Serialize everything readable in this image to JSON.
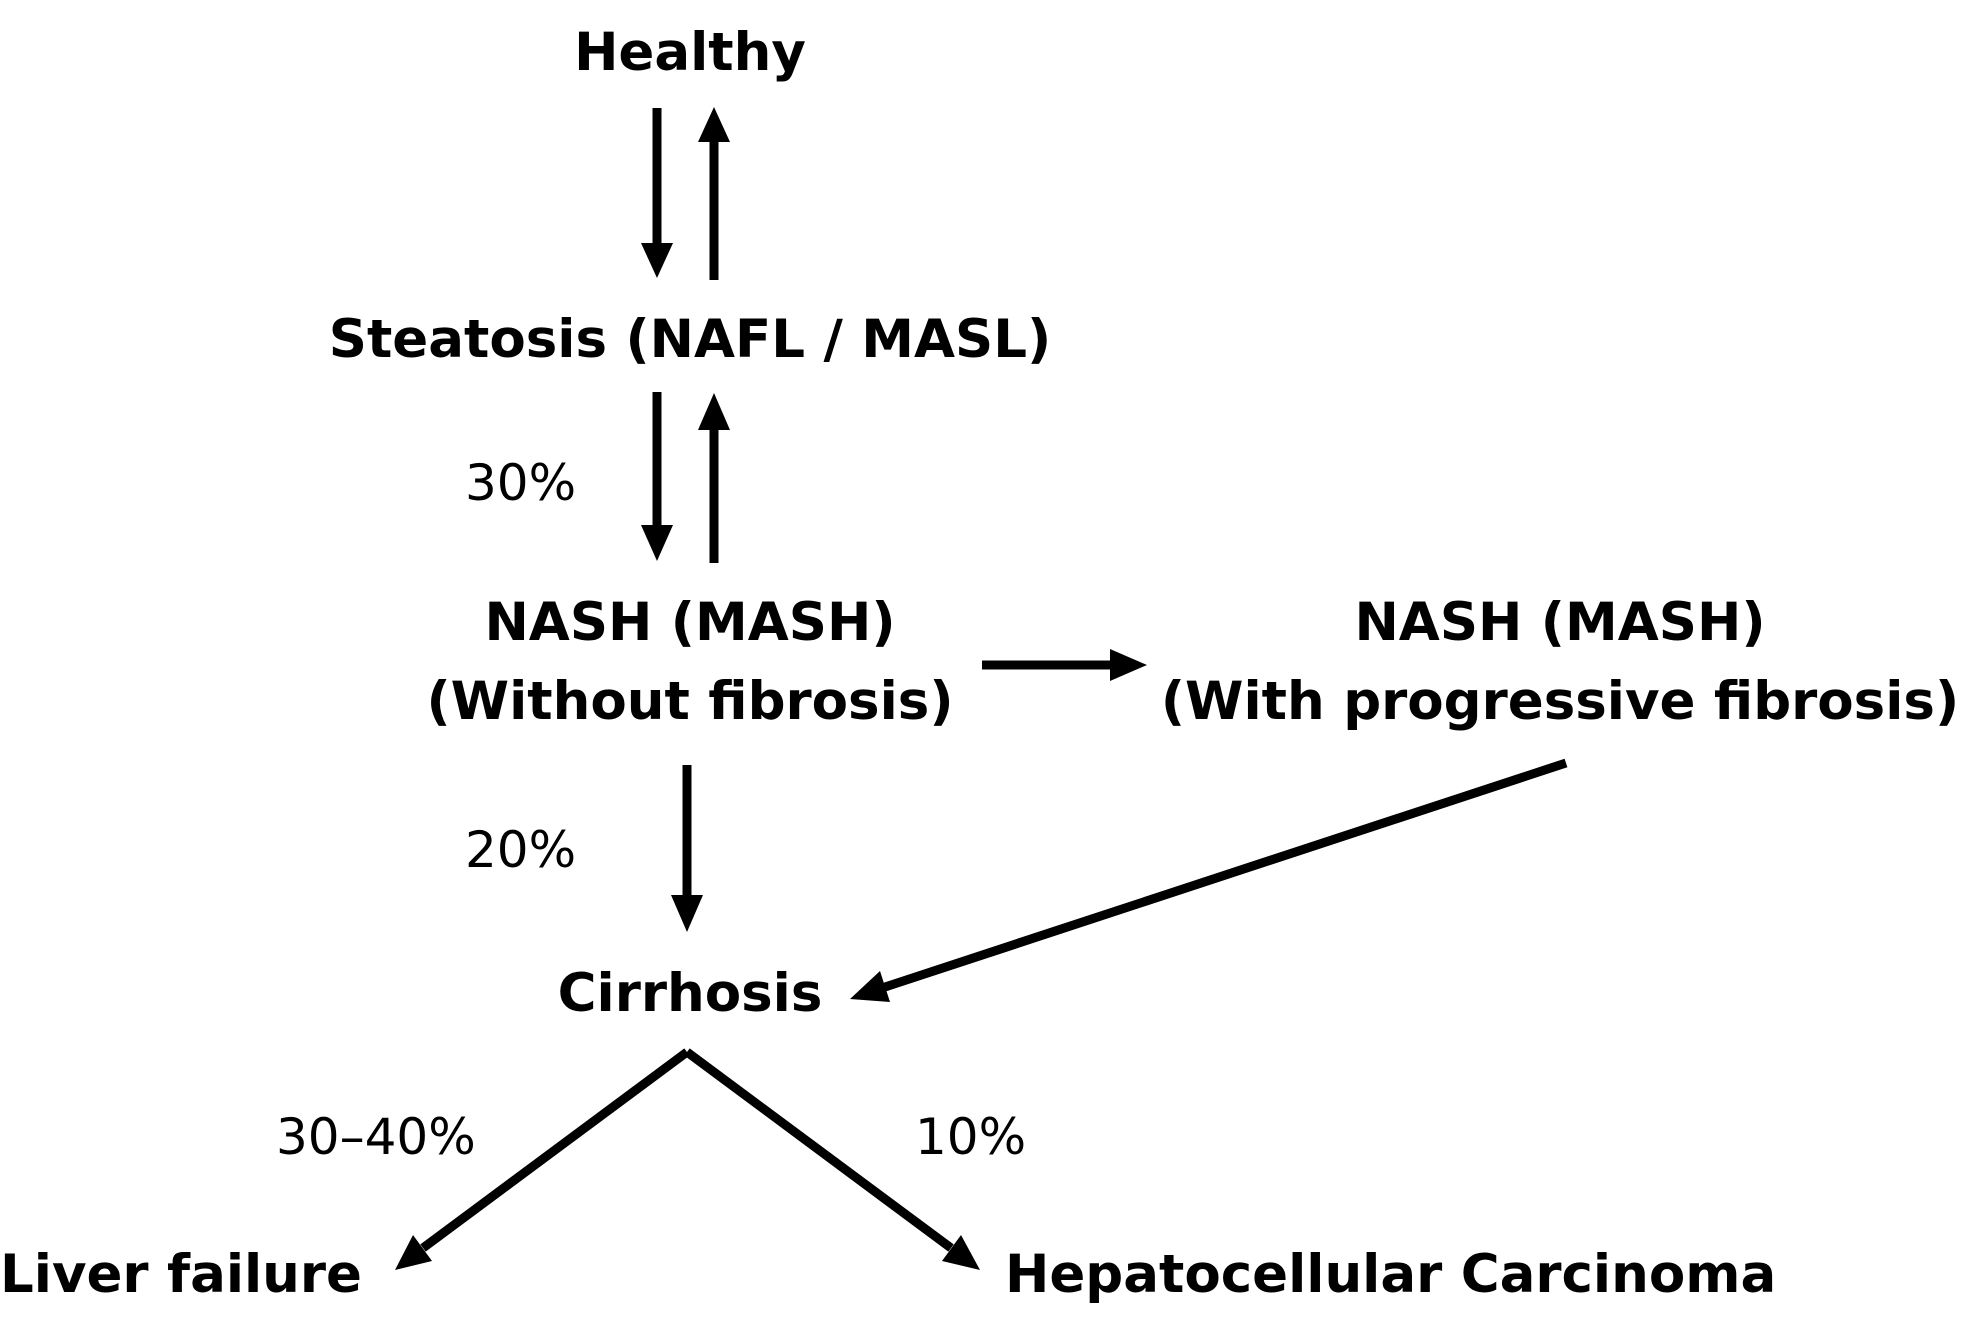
{
  "nodes": {
    "healthy": "Healthy",
    "steatosis": "Steatosis (NAFL / MASL)",
    "nash_without": {
      "line1": "NASH (MASH)",
      "line2": "(Without fibrosis)"
    },
    "nash_with": {
      "line1": "NASH (MASH)",
      "line2": "(With progressive fibrosis)"
    },
    "cirrhosis": "Cirrhosis",
    "liver_failure": "Liver failure",
    "hcc": "Hepatocellular Carcinoma"
  },
  "percentages": {
    "steatosis_to_nash": "30%",
    "nash_to_cirrhosis": "20%",
    "cirrhosis_to_liver_failure": "30–40%",
    "cirrhosis_to_hcc": "10%"
  },
  "colors": {
    "text": "#000000",
    "arrows": "#000000",
    "background": "#ffffff"
  }
}
